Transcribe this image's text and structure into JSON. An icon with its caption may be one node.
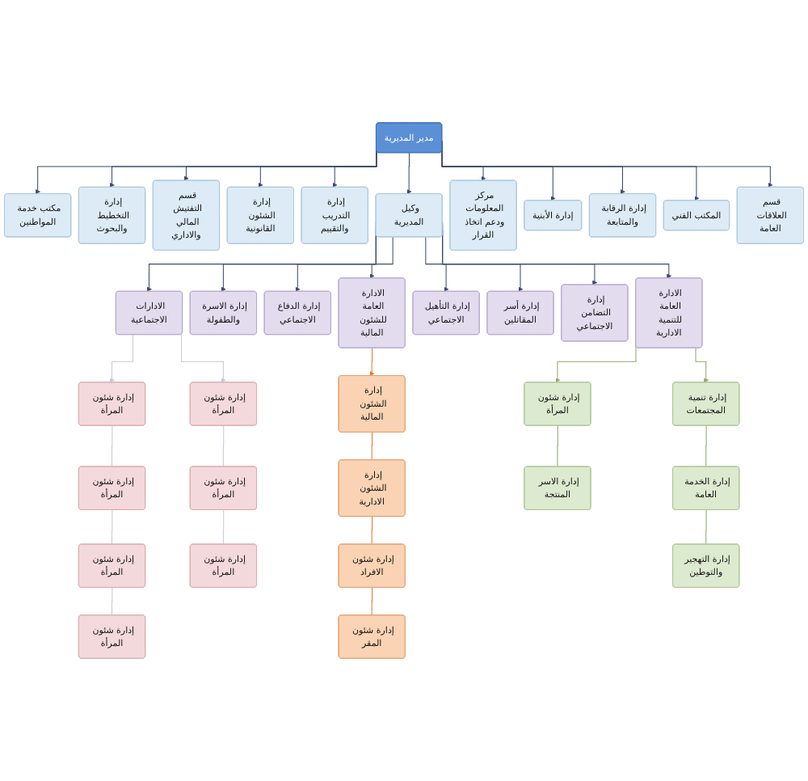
{
  "diagram": {
    "nodes": [
      {
        "text": [
          "مدير المديرية"
        ]
      },
      {
        "text": [
          "قسم العلاقات العامة"
        ]
      },
      {
        "text": [
          "المكتب الفني"
        ]
      },
      {
        "text": [
          "إدارة الرقابة والمتابعة"
        ]
      },
      {
        "text": [
          "إدارة الأبنية"
        ]
      },
      {
        "text": [
          "مركز المعلومات ودعم اتخاذ القرار"
        ]
      },
      {
        "text": [
          "وكيل المديرية"
        ]
      },
      {
        "text": [
          "إدارة التدريب والتقييم"
        ]
      },
      {
        "text": [
          "إدارة الشئون القانونية"
        ]
      },
      {
        "text": [
          "قسم التفتيش المالي والاداري"
        ]
      },
      {
        "text": [
          "إدارة التخطيط والبحوث"
        ]
      },
      {
        "text": [
          "مكتب خدمة المواطنين"
        ]
      },
      {
        "text": [
          "الادارة العامة للتنمية الادارية"
        ]
      },
      {
        "text": [
          "إدارة التضامن الاجتماعي"
        ]
      },
      {
        "text": [
          "إدارة أسر المقاتلين"
        ]
      },
      {
        "text": [
          "إدارة التأهيل الاجتماعي"
        ]
      },
      {
        "text": [
          "الادارات الاجتماعية"
        ]
      },
      {
        "text": [
          "إدارة الدفاع الاجتماعي"
        ]
      },
      {
        "text": [
          "إدارة الاسرة والطفولة"
        ]
      },
      {
        "text": [
          "الادارة العامة للشئون المالية"
        ]
      },
      {
        "text": [
          "إدارة تنمية المجتمعات"
        ]
      },
      {
        "text": [
          "إدارة شئون المرأة"
        ]
      },
      {
        "text": [
          "إدارة الخدمة العامة"
        ]
      },
      {
        "text": [
          "إدارة التهجير والتوطين"
        ]
      },
      {
        "text": [
          "إدارة الاسر المنتجة"
        ]
      },
      {
        "text": [
          "إدارة شئون المرأة"
        ]
      },
      {
        "text": [
          "إدارة شئون المرأة"
        ]
      },
      {
        "text": [
          "إدارة شئون المرأة"
        ]
      },
      {
        "text": [
          "إدارة شئون المرأة"
        ]
      },
      {
        "text": [
          "إدارة شئون المرأة"
        ]
      },
      {
        "text": [
          "إدارة شئون المرأة"
        ]
      },
      {
        "text": [
          "إدارة شئون المرأة"
        ]
      },
      {
        "text": [
          "إدارة الشئون المالية"
        ]
      },
      {
        "text": [
          "إدارة الشئون الادارية"
        ]
      },
      {
        "text": [
          "إدارة شئون الافراد"
        ]
      },
      {
        "text": [
          "إدارة شئون المقر"
        ]
      }
    ],
    "edges": [
      {
        "from": 0,
        "to": 1,
        "arrow": "to"
      },
      {
        "from": 0,
        "to": 2,
        "arrow": "to"
      },
      {
        "from": 0,
        "to": 3,
        "arrow": "to"
      },
      {
        "from": 0,
        "to": 4,
        "arrow": "to"
      },
      {
        "from": 0,
        "to": 5,
        "arrow": "to"
      },
      {
        "from": 0,
        "to": 6,
        "arrow": "to"
      },
      {
        "from": 0,
        "to": 7,
        "arrow": "to"
      },
      {
        "from": 0,
        "to": 8,
        "arrow": "to"
      },
      {
        "from": 0,
        "to": 9,
        "arrow": "to"
      },
      {
        "from": 0,
        "to": 10,
        "arrow": "to"
      },
      {
        "from": 0,
        "to": 11,
        "arrow": "to"
      },
      {
        "from": 6,
        "to": 12,
        "arrow": "to"
      },
      {
        "from": 6,
        "to": 13,
        "arrow": "to"
      },
      {
        "from": 6,
        "to": 14,
        "arrow": "to"
      },
      {
        "from": 6,
        "to": 15,
        "arrow": "to"
      },
      {
        "from": 6,
        "to": 16,
        "arrow": "to"
      },
      {
        "from": 6,
        "to": 17,
        "arrow": "to"
      },
      {
        "from": 6,
        "to": 18,
        "arrow": "to"
      },
      {
        "from": 6,
        "to": 19,
        "arrow": "to"
      },
      {
        "from": 12,
        "to": 20,
        "arrow": "to",
        "color": "#8fa860"
      },
      {
        "from": 12,
        "to": 21,
        "arrow": "to",
        "color": "#8fa860"
      },
      {
        "from": 20,
        "to": 22,
        "arrow": "none",
        "color": "#8fa860"
      },
      {
        "from": 22,
        "to": 23,
        "arrow": "none",
        "color": "#8fa860"
      },
      {
        "from": 21,
        "to": 24,
        "arrow": "none",
        "color": "#8fa860"
      },
      {
        "from": 16,
        "to": 25,
        "arrow": "to",
        "color": "#c8c8d4"
      },
      {
        "from": 25,
        "to": 26,
        "arrow": "none",
        "color": "#c8c8d4"
      },
      {
        "from": 26,
        "to": 27,
        "arrow": "none",
        "color": "#c8c8d4"
      },
      {
        "from": 27,
        "to": 28,
        "arrow": "none",
        "color": "#c8c8d4"
      },
      {
        "from": 16,
        "to": 29,
        "arrow": "to",
        "color": "#c8c8d4"
      },
      {
        "from": 29,
        "to": 30,
        "arrow": "none",
        "color": "#c8c8d4"
      },
      {
        "from": 30,
        "to": 31,
        "arrow": "none",
        "color": "#c8c8d4"
      },
      {
        "from": 19,
        "to": 32,
        "arrow": "to",
        "color": "#e07a30"
      },
      {
        "from": 32,
        "to": 33,
        "arrow": "none",
        "color": "#e07a30"
      },
      {
        "from": 33,
        "to": 34,
        "arrow": "none",
        "color": "#e07a30"
      },
      {
        "from": 34,
        "to": 35,
        "arrow": "none",
        "color": "#e07a30"
      }
    ]
  }
}
